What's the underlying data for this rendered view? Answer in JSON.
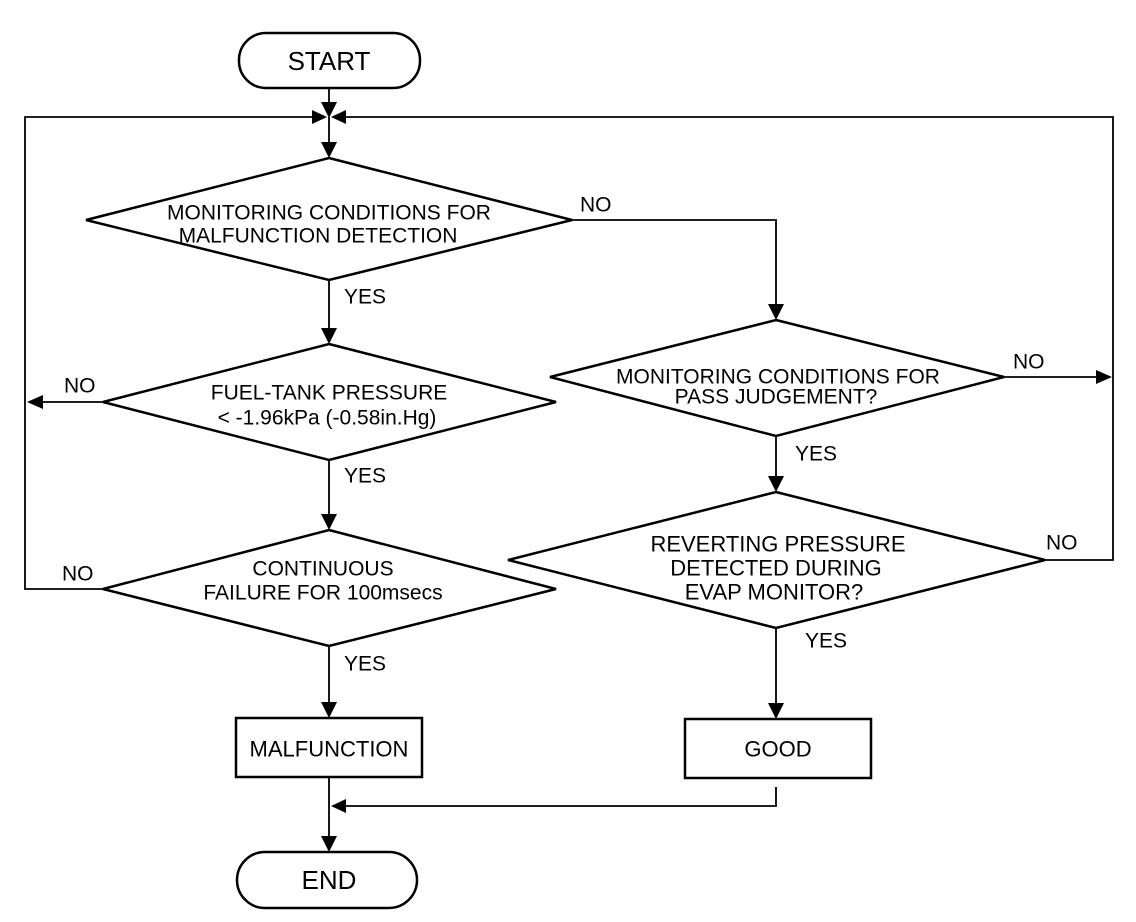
{
  "flowchart": {
    "start": "START",
    "end": "END",
    "decision_malfunction_detection": {
      "line1": "MONITORING CONDITIONS FOR",
      "line2": "MALFUNCTION DETECTION",
      "yes": "YES",
      "no": "NO"
    },
    "decision_fuel_tank_pressure": {
      "line1": "FUEL-TANK PRESSURE",
      "line2": "< -1.96kPa (-0.58in.Hg)",
      "yes": "YES",
      "no": "NO"
    },
    "decision_continuous_failure": {
      "line1": "CONTINUOUS",
      "line2": "FAILURE FOR 100msecs",
      "yes": "YES",
      "no": "NO"
    },
    "decision_pass_judgement": {
      "line1": "MONITORING CONDITIONS FOR",
      "line2": "PASS JUDGEMENT?",
      "yes": "YES",
      "no": "NO"
    },
    "decision_reverting_pressure": {
      "line1": "REVERTING PRESSURE",
      "line2": "DETECTED DURING",
      "line3": "EVAP MONITOR?",
      "yes": "YES",
      "no": "NO"
    },
    "result_malfunction": "MALFUNCTION",
    "result_good": "GOOD"
  }
}
